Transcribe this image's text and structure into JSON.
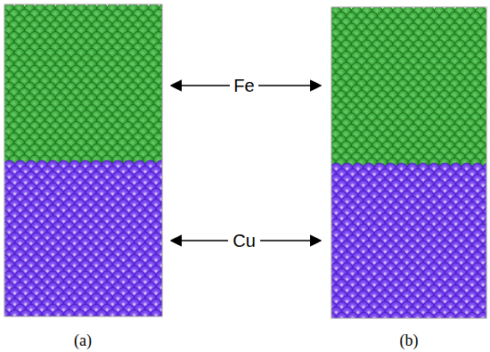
{
  "diagram": {
    "labels": [
      "Fe",
      "Cu",
      "(a)",
      "(b)"
    ]
  }
}
